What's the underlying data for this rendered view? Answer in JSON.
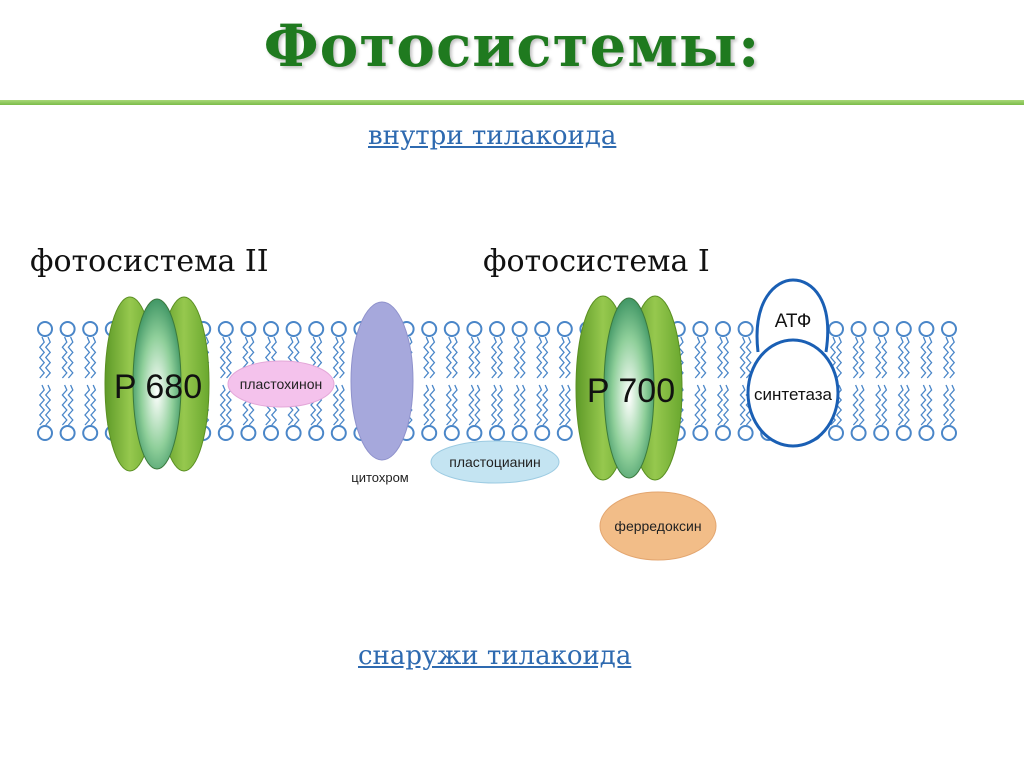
{
  "slide": {
    "title": "Фотосистемы:",
    "top_label": "внутри тилакоида",
    "bottom_label": "снаружи тилакоида"
  },
  "photosystems": {
    "ps2_label": "фотосистема II",
    "ps1_label": "фотосистема I",
    "p680": "P 680",
    "p700": "P 700"
  },
  "carriers": {
    "plastoquinone": "пластохинон",
    "cytochrome": "цитохром",
    "plastocyanin": "пластоцианин",
    "ferredoxin": "ферредоксин",
    "atp_top": "АТФ",
    "atp_bottom": "синтетаза"
  },
  "colors": {
    "title": "#1f7a1f",
    "link": "#2e6ab0",
    "lipid": "#4a86c8",
    "complex_green": "#7cb63a",
    "plastoquinone_fill": "#f4c2ec",
    "cytochrome_fill": "#a6a8dc",
    "plastocyanin_fill": "#c4e4f2",
    "ferredoxin_fill": "#f2bd88",
    "atp_stroke": "#1a5fb4"
  }
}
